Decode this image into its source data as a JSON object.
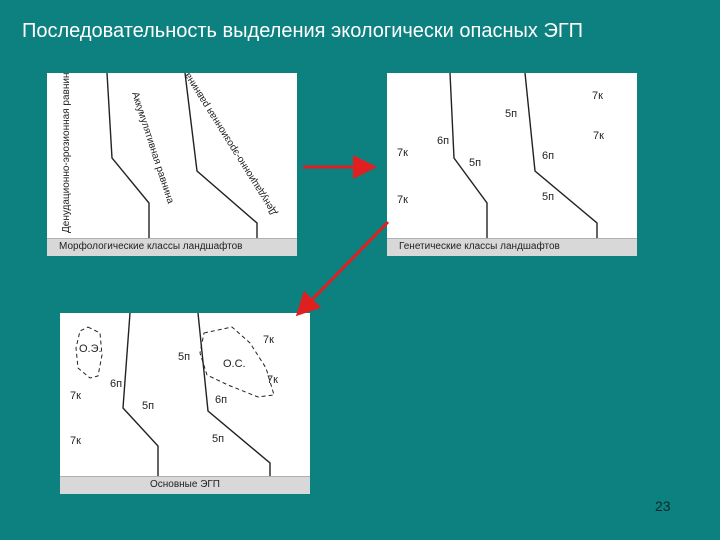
{
  "title": "Последовательность выделения экологически опасных ЭГП",
  "panels": {
    "morphology": {
      "caption": "Морфологические классы ландшафтов",
      "zones": [
        "Денудационно-эрозионная равнина",
        "Аккумулятивная равнина",
        "Денудационно-эрозионная равнина"
      ]
    },
    "genetic": {
      "caption": "Генетические классы ландшафтов",
      "labels": [
        "7к",
        "5п",
        "7к",
        "6п",
        "6п",
        "7к",
        "5п",
        "7к",
        "5п"
      ]
    },
    "main": {
      "caption": "Основные ЭГП",
      "labels": [
        "О.Э.",
        "О.С.",
        "7к",
        "5п",
        "7к",
        "6п",
        "6п",
        "7к",
        "5п",
        "7к",
        "5п"
      ]
    }
  },
  "colors": {
    "background": "#0d8080",
    "arrow": "#e02020"
  },
  "page_number": "23"
}
